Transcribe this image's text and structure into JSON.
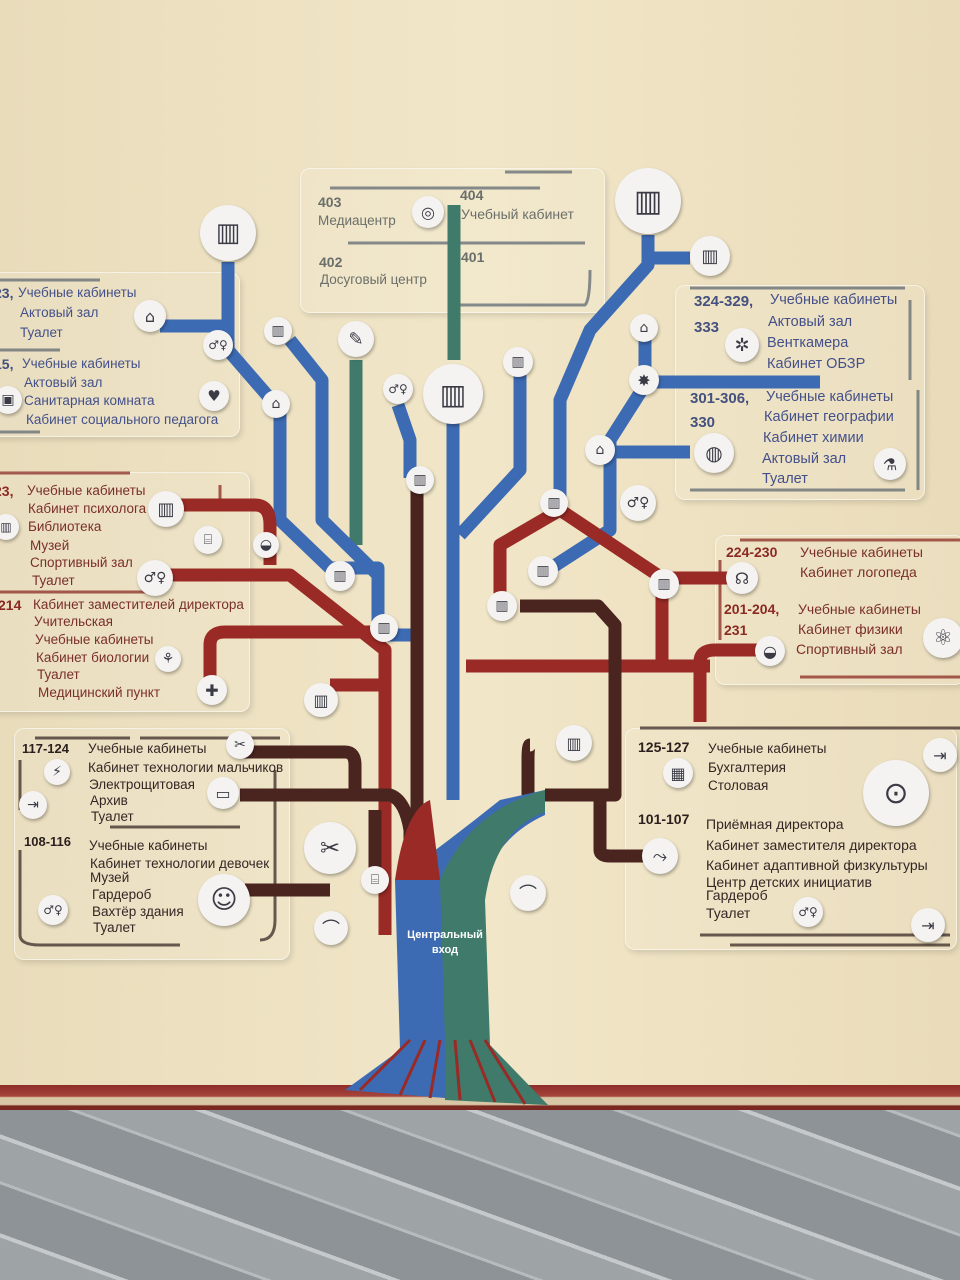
{
  "entrance": {
    "line1": "Центральный",
    "line2": "вход"
  },
  "floor4": {
    "r403": "403",
    "l403": "Медиацентр",
    "r404": "404",
    "l404": "Учебный кабинет",
    "r402": "402",
    "l402": "Досуговый центр",
    "r401": "401"
  },
  "left3": {
    "a_num": "23,",
    "a_items": [
      "Учебные кабинеты",
      "Актовый зал",
      "Туалет"
    ],
    "b_num": "15,",
    "b_items": [
      "Учебные кабинеты",
      "Актовый зал",
      "Санитарная комната",
      "Кабинет социального педагога"
    ]
  },
  "left2": {
    "a_num": "23,",
    "a_items": [
      "Учебные кабинеты",
      "Кабинет психолога",
      "Библиотека",
      "Музей",
      "Спортивный зал",
      "Туалет"
    ],
    "b_num": "214",
    "b_items": [
      "Кабинет заместителей директора",
      "Учительская",
      "Учебные кабинеты",
      "Кабинет биологии",
      "Туалет",
      "Медицинский пункт"
    ]
  },
  "left1": {
    "a_num": "117-124",
    "a_items": [
      "Учебные кабинеты",
      "Кабинет технологии мальчиков",
      "Электрощитовая",
      "Архив",
      "Туалет"
    ],
    "b_num": "108-116",
    "b_items": [
      "Учебные кабинеты",
      "Кабинет технологии девочек",
      "Музей",
      "Гардероб",
      "Вахтёр здания",
      "Туалет"
    ]
  },
  "right3": {
    "a_num": "324-329,",
    "a_num2": "333",
    "a_items": [
      "Учебные кабинеты",
      "Актовый зал",
      "Венткамера",
      "Кабинет ОБЗР"
    ],
    "b_num": "301-306,",
    "b_num2": "330",
    "b_items": [
      "Учебные кабинеты",
      "Кабинет географии",
      "Кабинет химии",
      "Актовый зал",
      "Туалет"
    ]
  },
  "right2": {
    "a_num": "224-230",
    "a_items": [
      "Учебные кабинеты",
      "Кабинет логопеда"
    ],
    "b_num": "201-204,",
    "b_num2": "231",
    "b_items": [
      "Учебные кабинеты",
      "Кабинет физики",
      "Спортивный зал"
    ]
  },
  "right1": {
    "a_num": "125-127",
    "a_items": [
      "Учебные кабинеты",
      "Бухгалтерия",
      "Столовая"
    ],
    "b_num": "101-107",
    "b_items": [
      "Приёмная директора",
      "Кабинет заместителя директора",
      "Кабинет адаптивной физкультуры",
      "Центр детских инициатив",
      "Гардероб",
      "Туалет"
    ]
  },
  "colors": {
    "floor4": "#3f7a6a",
    "floor3": "#3d6bb3",
    "floor2": "#9a2a25",
    "floor1": "#4a2520"
  }
}
